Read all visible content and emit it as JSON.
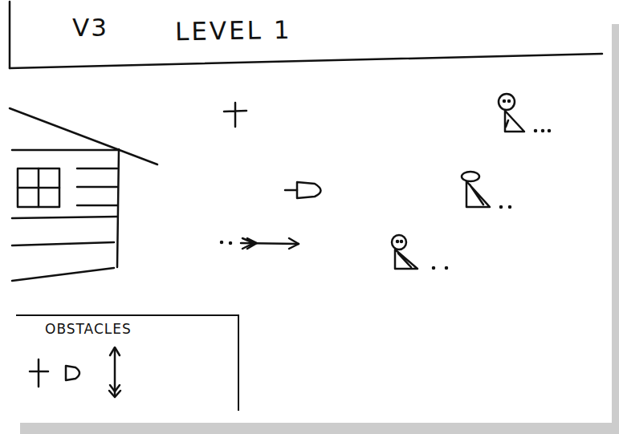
{
  "diagram": {
    "title": "LEVEL 1",
    "nodes": [
      {
        "text": [
          "OBSTACLES"
        ]
      }
    ],
    "labels": [
      "V3"
    ]
  }
}
